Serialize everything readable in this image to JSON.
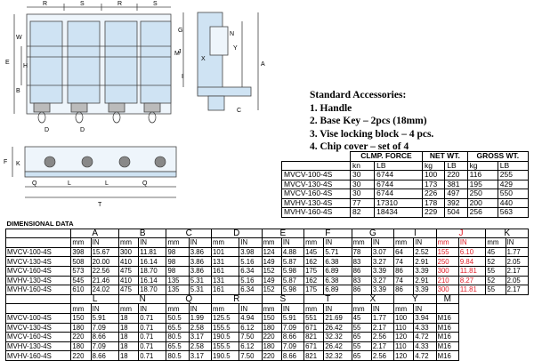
{
  "accessories": {
    "title": "Standard Accessories:",
    "items": [
      "1. Handle",
      "2. Base Key – 2pcs (18mm)",
      "3. Vise locking block – 4 pcs.",
      "4. Chip cover – set of 4"
    ]
  },
  "drawing_labels": {
    "top_dims": [
      "R",
      "S",
      "R",
      "S"
    ],
    "side_dims": [
      "E",
      "W",
      "B",
      "H",
      "M"
    ],
    "right_dims": [
      "G",
      "N",
      "X",
      "J",
      "I",
      "C",
      "A",
      "Y"
    ],
    "front_dims": [
      "D",
      "D",
      "F",
      "K",
      "Q",
      "L",
      "L",
      "Q",
      "T"
    ]
  },
  "weights": {
    "headers": [
      "",
      "CLMP. FORCE",
      "NET WT.",
      "GROSS WT."
    ],
    "units": [
      "",
      "kn",
      "LB",
      "kg",
      "LB",
      "kg",
      "LB"
    ],
    "rows": [
      [
        "MVCV-100-4S",
        "30",
        "6744",
        "100",
        "220",
        "116",
        "255"
      ],
      [
        "MVCV-130-4S",
        "30",
        "6744",
        "173",
        "381",
        "195",
        "429"
      ],
      [
        "MVCV-160-4S",
        "30",
        "6744",
        "226",
        "497",
        "250",
        "550"
      ],
      [
        "MVHV-130-4S",
        "77",
        "17310",
        "178",
        "392",
        "200",
        "440"
      ],
      [
        "MVHV-160-4S",
        "82",
        "18434",
        "229",
        "504",
        "256",
        "563"
      ]
    ]
  },
  "dimensional": {
    "caption": "DIMENSIONAL DATA",
    "groups1": [
      "A",
      "B",
      "C",
      "D",
      "E",
      "F",
      "G",
      "I",
      "J",
      "K"
    ],
    "units1": [
      "mm",
      "IN",
      "mm",
      "IN",
      "mm",
      "IN",
      "mm",
      "IN",
      "mm",
      "IN",
      "mm",
      "IN",
      "mm",
      "IN",
      "mm",
      "IN",
      "mm",
      "IN",
      "mm",
      "IN"
    ],
    "rows1": [
      [
        "MVCV-100-4S",
        "398",
        "15.67",
        "300",
        "11.81",
        "98",
        "3.86",
        "101",
        "3.98",
        "124",
        "4.88",
        "145",
        "5.71",
        "78",
        "3.07",
        "64",
        "2.52",
        "155",
        "6.10",
        "45",
        "1.77"
      ],
      [
        "MVCV-130-4S",
        "508",
        "20.00",
        "410",
        "16.14",
        "98",
        "3.86",
        "131",
        "5.16",
        "149",
        "5.87",
        "162",
        "6.38",
        "83",
        "3.27",
        "74",
        "2.91",
        "250",
        "9.84",
        "52",
        "2.05"
      ],
      [
        "MVCV-160-4S",
        "573",
        "22.56",
        "475",
        "18.70",
        "98",
        "3.86",
        "161",
        "6.34",
        "152",
        "5.98",
        "175",
        "6.89",
        "86",
        "3.39",
        "86",
        "3.39",
        "300",
        "11.81",
        "55",
        "2.17"
      ],
      [
        "MVHV-130-4S",
        "545",
        "21.46",
        "410",
        "16.14",
        "135",
        "5.31",
        "131",
        "5.16",
        "149",
        "5.87",
        "162",
        "6.38",
        "83",
        "3.27",
        "74",
        "2.91",
        "210",
        "8.27",
        "52",
        "2.05"
      ],
      [
        "MVHV-160-4S",
        "610",
        "24.02",
        "475",
        "18.70",
        "135",
        "5.31",
        "161",
        "6.34",
        "152",
        "5.98",
        "175",
        "6.89",
        "86",
        "3.39",
        "86",
        "3.39",
        "300",
        "11.81",
        "55",
        "2.17"
      ]
    ],
    "groups2": [
      "L",
      "N",
      "Q",
      "R",
      "S",
      "T",
      "X",
      "Y",
      "M"
    ],
    "units2": [
      "mm",
      "IN",
      "mm",
      "IN",
      "mm",
      "IN",
      "mm",
      "IN",
      "mm",
      "IN",
      "mm",
      "IN",
      "mm",
      "IN",
      "mm",
      "IN",
      ""
    ],
    "rows2": [
      [
        "MVCV-100-4S",
        "150",
        "5.91",
        "18",
        "0.71",
        "50.5",
        "1.99",
        "125.5",
        "4.94",
        "150",
        "5.91",
        "551",
        "21.69",
        "45",
        "1.77",
        "100",
        "3.94",
        "M16"
      ],
      [
        "MVCV-130-4S",
        "180",
        "7.09",
        "18",
        "0.71",
        "65.5",
        "2.58",
        "155.5",
        "6.12",
        "180",
        "7.09",
        "671",
        "26.42",
        "55",
        "2.17",
        "110",
        "4.33",
        "M16"
      ],
      [
        "MVCV-160-4S",
        "220",
        "8.66",
        "18",
        "0.71",
        "80.5",
        "3.17",
        "190.5",
        "7.50",
        "220",
        "8.66",
        "821",
        "32.32",
        "65",
        "2.56",
        "120",
        "4.72",
        "M16"
      ],
      [
        "MVHV-130-4S",
        "180",
        "7.09",
        "18",
        "0.71",
        "65.5",
        "2.58",
        "155.5",
        "6.12",
        "180",
        "7.09",
        "671",
        "26.42",
        "55",
        "2.17",
        "110",
        "4.33",
        "M16"
      ],
      [
        "MVHV-160-4S",
        "220",
        "8.66",
        "18",
        "0.71",
        "80.5",
        "3.17",
        "190.5",
        "7.50",
        "220",
        "8.66",
        "821",
        "32.32",
        "65",
        "2.56",
        "120",
        "4.72",
        "M16"
      ]
    ]
  },
  "colors": {
    "red": "#e0202a",
    "part": "#cfe3f3",
    "outline": "#333333"
  }
}
